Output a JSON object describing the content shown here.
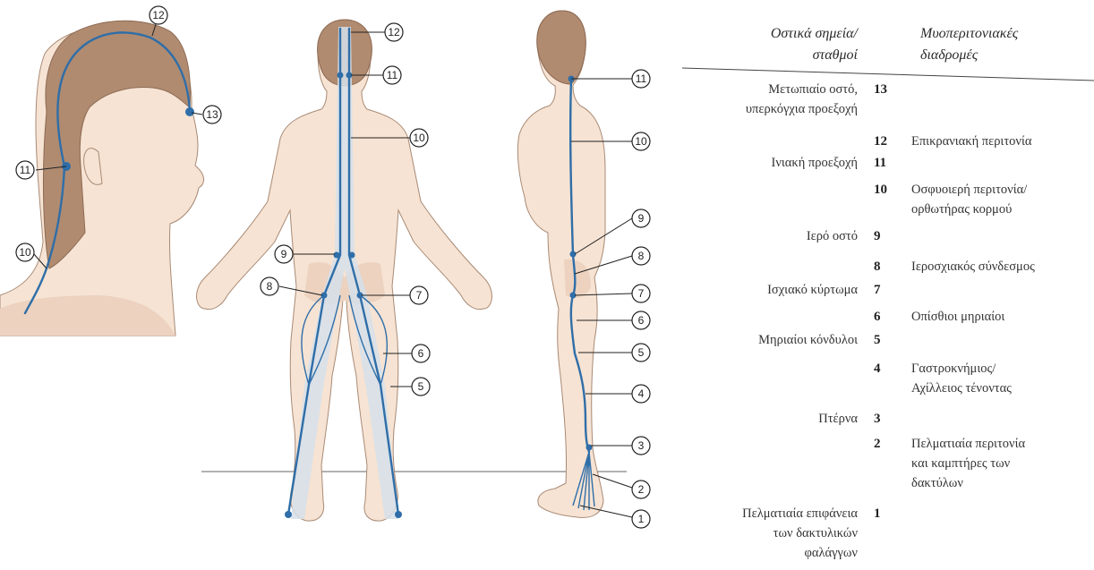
{
  "table": {
    "header_left_line1": "Οστικά σημεία/",
    "header_left_line2": "σταθμοί",
    "header_right_line1": "Μυοπεριτονιακές",
    "header_right_line2": "διαδρομές",
    "rows": [
      {
        "num": "13",
        "left": [
          "Μετωπιαίο οστό,",
          "υπερκόγχια προεξοχή"
        ],
        "right": []
      },
      {
        "num": "12",
        "left": [],
        "right": [
          "Επικρανιακή περιτονία"
        ]
      },
      {
        "num": "11",
        "left": [
          "Ινιακή προεξοχή"
        ],
        "right": []
      },
      {
        "num": "10",
        "left": [],
        "right": [
          "Οσφυοιερή περιτονία/",
          "ορθωτήρας κορμού"
        ]
      },
      {
        "num": "9",
        "left": [
          "Ιερό οστό"
        ],
        "right": []
      },
      {
        "num": "8",
        "left": [],
        "right": [
          "Ιεροσχιακός σύνδεσμος"
        ]
      },
      {
        "num": "7",
        "left": [
          "Ισχιακό κύρτωμα"
        ],
        "right": []
      },
      {
        "num": "6",
        "left": [],
        "right": [
          "Οπίσθιοι μηριαίοι"
        ]
      },
      {
        "num": "5",
        "left": [
          "Μηριαίοι κόνδυλοι"
        ],
        "right": []
      },
      {
        "num": "4",
        "left": [],
        "right": [
          "Γαστροκνήμιος/",
          "Αχίλλειος τένοντας"
        ]
      },
      {
        "num": "3",
        "left": [
          "Πτέρνα"
        ],
        "right": []
      },
      {
        "num": "2",
        "left": [],
        "right": [
          "Πελματιαία περιτονία",
          "και καμπτήρες των",
          "δακτύλων"
        ]
      },
      {
        "num": "1",
        "left": [
          "Πελματιαία επιφάνεια",
          "των δακτυλικών",
          "φαλάγγων"
        ],
        "right": []
      }
    ]
  },
  "head_view": {
    "markers": [
      "12",
      "13",
      "11",
      "10"
    ]
  },
  "back_view": {
    "markers": [
      "12",
      "11",
      "10",
      "9",
      "8",
      "7",
      "6",
      "5"
    ]
  },
  "side_view": {
    "markers": [
      "11",
      "10",
      "9",
      "8",
      "7",
      "6",
      "5",
      "4",
      "3",
      "2",
      "1"
    ]
  },
  "colors": {
    "line": "#2f6ea8",
    "skin": "#f6e3d3",
    "hair": "#b08b70",
    "band": "#d6e0ea"
  }
}
